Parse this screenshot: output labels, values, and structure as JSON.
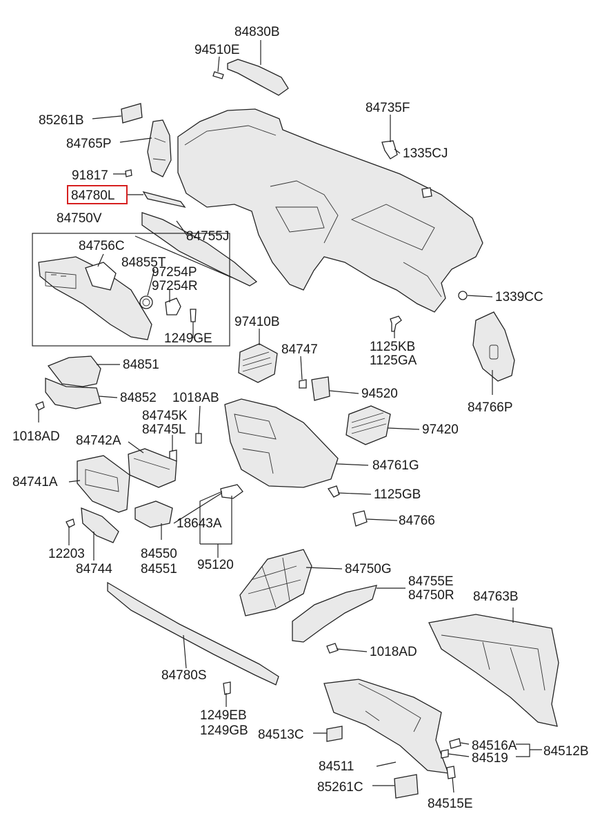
{
  "highlighted_part": "84780L",
  "labels": {
    "l84830B": "84830B",
    "l94510E": "94510E",
    "l85261B": "85261B",
    "l84765P": "84765P",
    "l91817": "91817",
    "l84780L": "84780L",
    "l84735F": "84735F",
    "l1335CJ": "1335CJ",
    "l84750V": "84750V",
    "l84756C": "84756C",
    "l84755J": "84755J",
    "l84855T": "84855T",
    "l97254P": "97254P",
    "l97254R": "97254R",
    "l1249GE": "1249GE",
    "l1339CC": "1339CC",
    "l97410B": "97410B",
    "l84747": "84747",
    "l1125KB": "1125KB",
    "l1125GA": "1125GA",
    "l84851": "84851",
    "l84852": "84852",
    "l1018AB": "1018AB",
    "l94520": "94520",
    "l84766P": "84766P",
    "l1018AD_a": "1018AD",
    "l84745K": "84745K",
    "l84745L": "84745L",
    "l84742A": "84742A",
    "l97420": "97420",
    "l84761G": "84761G",
    "l84741A": "84741A",
    "l1125GB": "1125GB",
    "l84766": "84766",
    "l18643A": "18643A",
    "l12203": "12203",
    "l84744": "84744",
    "l84550": "84550",
    "l84551": "84551",
    "l95120": "95120",
    "l84750G": "84750G",
    "l84755E": "84755E",
    "l84750R": "84750R",
    "l84763B": "84763B",
    "l1018AD_b": "1018AD",
    "l84780S": "84780S",
    "l1249EB": "1249EB",
    "l1249GB": "1249GB",
    "l84513C": "84513C",
    "l84516A": "84516A",
    "l84512B": "84512B",
    "l84519": "84519",
    "l84511": "84511",
    "l85261C": "85261C",
    "l84515E": "84515E"
  }
}
